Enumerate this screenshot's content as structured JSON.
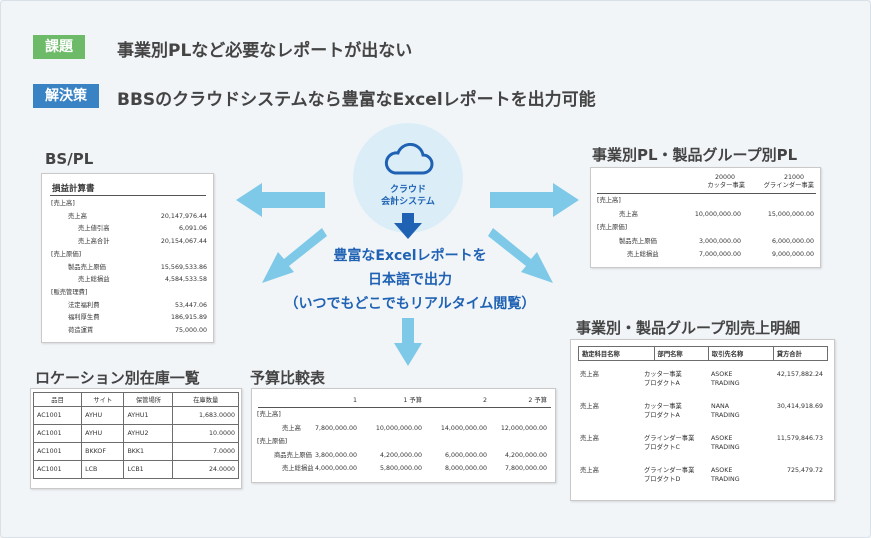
{
  "colors": {
    "label_green": "#6dba69",
    "label_blue": "#3983c5",
    "arrow": "#7fc9e8",
    "accent": "#1f62b4",
    "cloud_bg": "#dbeef8"
  },
  "header": {
    "problem_label": "課題",
    "problem_text": "事業別PLなど必要なレポートが出ない",
    "solution_label": "解決策",
    "solution_text": "BBSのクラウドシステムなら豊富なExcelレポートを出力可能"
  },
  "center": {
    "icon": "cloud-icon",
    "cloud_line1": "クラウド",
    "cloud_line2": "会計システム",
    "line1": "豊富なExcelレポートを",
    "line2": "日本語で出力",
    "line3": "（いつでもどこでもリアルタイム閲覧）"
  },
  "bspl": {
    "title": "BS/PL",
    "doc_title": "損益計算書",
    "rows": [
      {
        "label": "[売上高]",
        "value": "",
        "indent": 0
      },
      {
        "label": "売上高",
        "value": "20,147,976.44",
        "indent": 1
      },
      {
        "label": "売上値引高",
        "value": "6,091.06",
        "indent": 2
      },
      {
        "label": "売上高合計",
        "value": "20,154,067.44",
        "indent": 2
      },
      {
        "label": "[売上原価]",
        "value": "",
        "indent": 0
      },
      {
        "label": "製品売上原価",
        "value": "15,569,533.86",
        "indent": 1
      },
      {
        "label": "売上総損益",
        "value": "4,584,533.58",
        "indent": 2
      },
      {
        "label": "[販売管理費]",
        "value": "",
        "indent": 0
      },
      {
        "label": "法定福利費",
        "value": "53,447.06",
        "indent": 1
      },
      {
        "label": "福利厚生費",
        "value": "186,915.89",
        "indent": 1
      },
      {
        "label": "荷造運賃",
        "value": "75,000.00",
        "indent": 1
      }
    ]
  },
  "segment_pl": {
    "title": "事業別PL・製品グループ別PL",
    "col1_code": "20000",
    "col1_name": "カッター事業",
    "col2_code": "21000",
    "col2_name": "グラインダー事業",
    "rows": [
      {
        "label": "[売上高]",
        "v1": "",
        "v2": "",
        "indent": 0
      },
      {
        "label": "売上高",
        "v1": "10,000,000.00",
        "v2": "15,000,000.00",
        "indent": 1
      },
      {
        "label": "[売上原価]",
        "v1": "",
        "v2": "",
        "indent": 0
      },
      {
        "label": "製品売上原価",
        "v1": "3,000,000.00",
        "v2": "6,000,000.00",
        "indent": 1
      },
      {
        "label": "売上総損益",
        "v1": "7,000,000.00",
        "v2": "9,000,000.00",
        "indent": 2
      }
    ]
  },
  "inventory": {
    "title": "ロケーション別在庫一覧",
    "headers": [
      "品目",
      "サイト",
      "保管場所",
      "在庫数量"
    ],
    "rows": [
      [
        "AC1001",
        "AYHU",
        "AYHU1",
        "1,683.0000"
      ],
      [
        "AC1001",
        "AYHU",
        "AYHU2",
        "10.0000"
      ],
      [
        "AC1001",
        "BKKOF",
        "BKK1",
        "7.0000"
      ],
      [
        "AC1001",
        "LCB",
        "LCB1",
        "24.0000"
      ]
    ]
  },
  "budget": {
    "title": "予算比較表",
    "headers": [
      "1",
      "1 予算",
      "2",
      "2 予算"
    ],
    "rows": [
      {
        "label": "[売上高]",
        "v": [
          "",
          "",
          "",
          ""
        ],
        "indent": 0
      },
      {
        "label": "売上高",
        "v": [
          "7,800,000.00",
          "10,000,000.00",
          "14,000,000.00",
          "12,000,000.00"
        ],
        "indent": 2
      },
      {
        "label": "[売上原価]",
        "v": [
          "",
          "",
          "",
          ""
        ],
        "indent": 0
      },
      {
        "label": "商品売上原価",
        "v": [
          "3,800,000.00",
          "4,200,000.00",
          "6,000,000.00",
          "4,200,000.00"
        ],
        "indent": 1
      },
      {
        "label": "売上総損益",
        "v": [
          "4,000,000.00",
          "5,800,000.00",
          "8,000,000.00",
          "7,800,000.00"
        ],
        "indent": 2
      }
    ]
  },
  "sales_detail": {
    "title": "事業別・製品グループ別売上明細",
    "headers": [
      "勘定科目名称",
      "部門名称",
      "取引先名称",
      "貸方合計"
    ],
    "rows": [
      {
        "account": "売上高",
        "dept1": "カッター事業",
        "dept2": "プロダクトA",
        "cust1": "ASOKE",
        "cust2": "TRADING",
        "amount": "42,157,882.24"
      },
      {
        "account": "売上高",
        "dept1": "カッター事業",
        "dept2": "プロダクトA",
        "cust1": "NANA",
        "cust2": "TRADING",
        "amount": "30,414,918.69"
      },
      {
        "account": "売上高",
        "dept1": "グラインダー事業",
        "dept2": "プロダクトC",
        "cust1": "ASOKE",
        "cust2": "TRADING",
        "amount": "11,579,846.73"
      },
      {
        "account": "売上高",
        "dept1": "グラインダー事業",
        "dept2": "プロダクトD",
        "cust1": "ASOKE",
        "cust2": "TRADING",
        "amount": "725,479.72"
      }
    ]
  }
}
